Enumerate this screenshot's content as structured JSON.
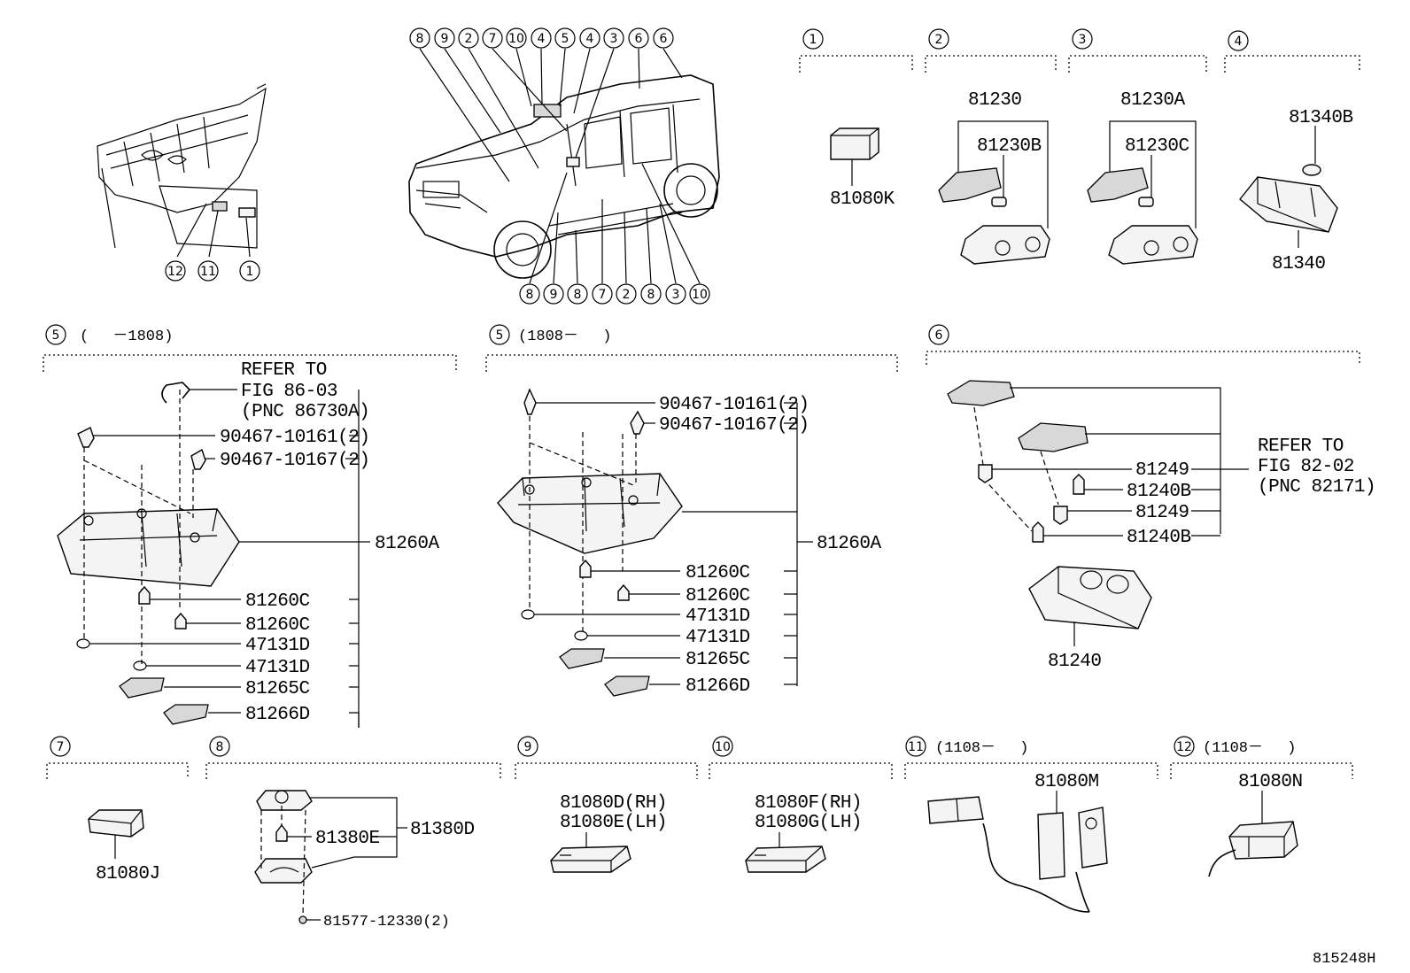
{
  "figure_id": "815248H",
  "overview_dash": {
    "callouts": [
      "12",
      "11",
      "1"
    ]
  },
  "overview_car": {
    "top_callouts": [
      "8",
      "9",
      "2",
      "7",
      "10",
      "4",
      "5",
      "4",
      "3",
      "6",
      "6"
    ],
    "bottom_callouts": [
      "8",
      "9",
      "8",
      "7",
      "2",
      "8",
      "3",
      "10"
    ]
  },
  "sections": {
    "s1": {
      "num": "1",
      "parts": [
        "81080K"
      ]
    },
    "s2": {
      "num": "2",
      "parts": [
        "81230",
        "81230B"
      ]
    },
    "s3": {
      "num": "3",
      "parts": [
        "81230A",
        "81230C"
      ]
    },
    "s4": {
      "num": "4",
      "parts": [
        "81340B",
        "81340"
      ]
    },
    "s5a": {
      "num": "5",
      "range": "(　 －1808)",
      "refer": [
        "REFER TO",
        "FIG 86-03",
        "(PNC 86730A)"
      ],
      "parts": [
        "90467-10161(2)",
        "90467-10167(2)",
        "81260A",
        "81260C",
        "81260C",
        "47131D",
        "47131D",
        "81265C",
        "81266D"
      ]
    },
    "s5b": {
      "num": "5",
      "range": "(1808－　 )",
      "parts": [
        "90467-10161(2)",
        "90467-10167(2)",
        "81260A",
        "81260C",
        "81260C",
        "47131D",
        "47131D",
        "81265C",
        "81266D"
      ]
    },
    "s6": {
      "num": "6",
      "refer": [
        "REFER TO",
        "FIG 82-02",
        "(PNC 82171)"
      ],
      "parts": [
        "81249",
        "81240B",
        "81249",
        "81240B",
        "81240"
      ]
    },
    "s7": {
      "num": "7",
      "parts": [
        "81080J"
      ]
    },
    "s8": {
      "num": "8",
      "parts": [
        "81380E",
        "81380D",
        "81577-12330(2)"
      ]
    },
    "s9": {
      "num": "9",
      "parts": [
        "81080D(RH)",
        "81080E(LH)"
      ]
    },
    "s10": {
      "num": "10",
      "parts": [
        "81080F(RH)",
        "81080G(LH)"
      ]
    },
    "s11": {
      "num": "11",
      "range": "(1108－　 )",
      "parts": [
        "81080M"
      ]
    },
    "s12": {
      "num": "12",
      "range": "(1108－　 )",
      "parts": [
        "81080N"
      ]
    }
  }
}
